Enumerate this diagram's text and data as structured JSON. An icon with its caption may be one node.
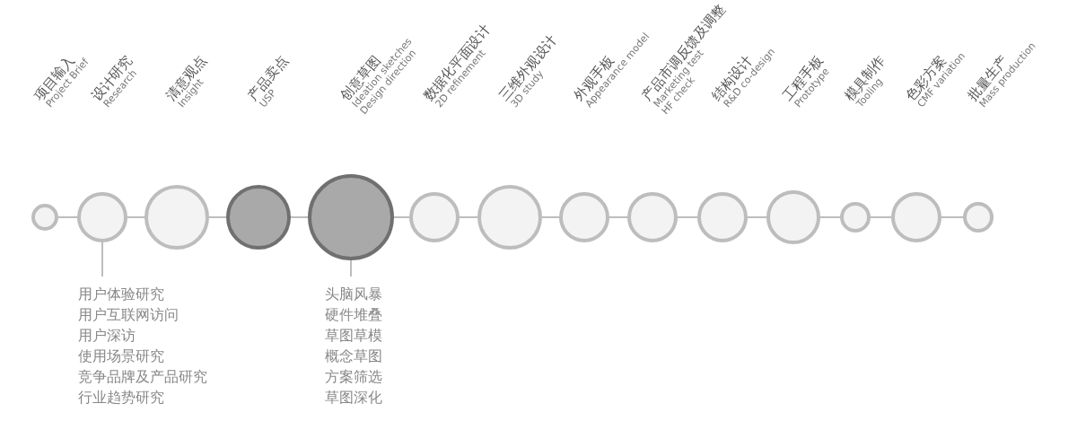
{
  "diagram": {
    "nodes": [
      {
        "text": [],
        "shape": "circle",
        "beside": [
          "项目输入",
          "Project Brief"
        ]
      },
      {
        "text": [],
        "shape": "circle",
        "beside": [
          "设计研究",
          "Research"
        ]
      },
      {
        "text": [],
        "shape": "circle",
        "beside": [
          "清意观点",
          "Insight"
        ]
      },
      {
        "text": [],
        "shape": "circle",
        "beside": [
          "产品卖点",
          "USP"
        ]
      },
      {
        "text": [],
        "shape": "circle",
        "beside": [
          "创意草图",
          "Ideation sketches",
          "Design direction"
        ]
      },
      {
        "text": [],
        "shape": "circle",
        "beside": [
          "数据化平面设计",
          "2D refinement"
        ]
      },
      {
        "text": [],
        "shape": "circle",
        "beside": [
          "三维外观设计",
          "3D study"
        ]
      },
      {
        "text": [],
        "shape": "circle",
        "beside": [
          "外观手板",
          "Appearance model"
        ]
      },
      {
        "text": [],
        "shape": "circle",
        "beside": [
          "产品市调反馈及调整",
          "Marketing test",
          "HF check"
        ]
      },
      {
        "text": [],
        "shape": "circle",
        "beside": [
          "结构设计",
          "R&D co-design"
        ]
      },
      {
        "text": [],
        "shape": "circle",
        "beside": [
          "工程手板",
          "Prototype"
        ]
      },
      {
        "text": [],
        "shape": "circle",
        "beside": [
          "模具制作",
          "Tooling"
        ]
      },
      {
        "text": [],
        "shape": "circle",
        "beside": [
          "色彩方案",
          "CMF variation"
        ]
      },
      {
        "text": [],
        "shape": "circle",
        "beside": [
          "批量生产",
          "Mass production"
        ]
      },
      {
        "text": [
          "用户体验研究",
          "用户互联网访问",
          "用户深访",
          "使用场景研究",
          "竞争品牌及产品研究",
          "行业趋势研究"
        ]
      },
      {
        "text": [
          "头脑风暴",
          "硬件堆叠",
          "草图草模",
          "概念草图",
          "方案筛选",
          "草图深化"
        ]
      }
    ],
    "edges": [
      {
        "from": 0,
        "to": 1,
        "arrow": "none"
      },
      {
        "from": 1,
        "to": 2,
        "arrow": "none"
      },
      {
        "from": 2,
        "to": 3,
        "arrow": "none"
      },
      {
        "from": 3,
        "to": 4,
        "arrow": "none"
      },
      {
        "from": 4,
        "to": 5,
        "arrow": "none"
      },
      {
        "from": 5,
        "to": 6,
        "arrow": "none"
      },
      {
        "from": 6,
        "to": 7,
        "arrow": "none"
      },
      {
        "from": 7,
        "to": 8,
        "arrow": "none"
      },
      {
        "from": 8,
        "to": 9,
        "arrow": "none"
      },
      {
        "from": 9,
        "to": 10,
        "arrow": "none"
      },
      {
        "from": 10,
        "to": 11,
        "arrow": "none"
      },
      {
        "from": 11,
        "to": 12,
        "arrow": "none"
      },
      {
        "from": 12,
        "to": 13,
        "arrow": "none"
      },
      {
        "from": 1,
        "to": 14,
        "arrow": "none"
      },
      {
        "from": 4,
        "to": 15,
        "arrow": "none"
      }
    ]
  }
}
